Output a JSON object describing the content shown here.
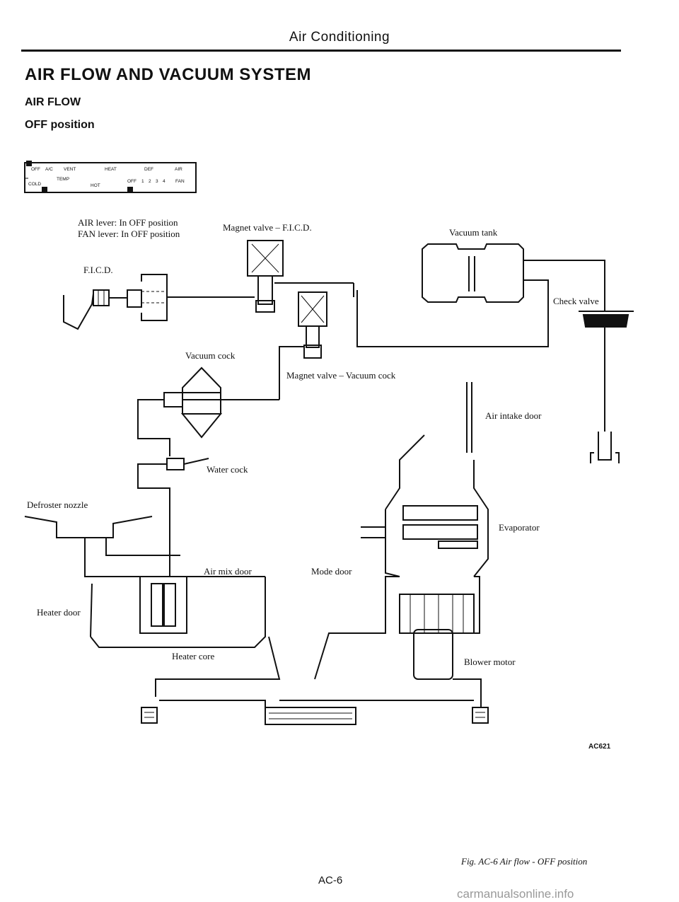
{
  "header": {
    "title": "Air Conditioning"
  },
  "section": {
    "title": "AIR FLOW AND VACUUM SYSTEM",
    "subtitle": "AIR FLOW",
    "position": "OFF position"
  },
  "control_panel": {
    "labels": [
      "OFF",
      "A/C",
      "VENT",
      "HEAT",
      "DEF",
      "AIR",
      "TEMP",
      "COLD",
      "HOT",
      "OFF",
      "1",
      "2",
      "3",
      "4",
      "FAN"
    ]
  },
  "levers": {
    "air": "AIR lever: In OFF position",
    "fan": "FAN lever: In OFF position"
  },
  "diagram": {
    "labels": {
      "magnet_fic": "Magnet valve – F.I.C.D.",
      "vacuum_tank": "Vacuum tank",
      "ficd": "F.I.C.D.",
      "check_valve": "Check valve",
      "vacuum_cock": "Vacuum cock",
      "magnet_vacuum": "Magnet valve – Vacuum cock",
      "air_intake": "Air intake door",
      "water_cock": "Water cock",
      "defroster": "Defroster nozzle",
      "evaporator": "Evaporator",
      "air_mix": "Air mix door",
      "mode_door": "Mode door",
      "heater_door": "Heater door",
      "heater_core": "Heater core",
      "blower": "Blower motor"
    }
  },
  "figure": {
    "code": "AC621",
    "caption": "Fig. AC-6 Air flow - OFF position"
  },
  "footer": {
    "page": "AC-6",
    "watermark": "carmanualsonline.info"
  }
}
